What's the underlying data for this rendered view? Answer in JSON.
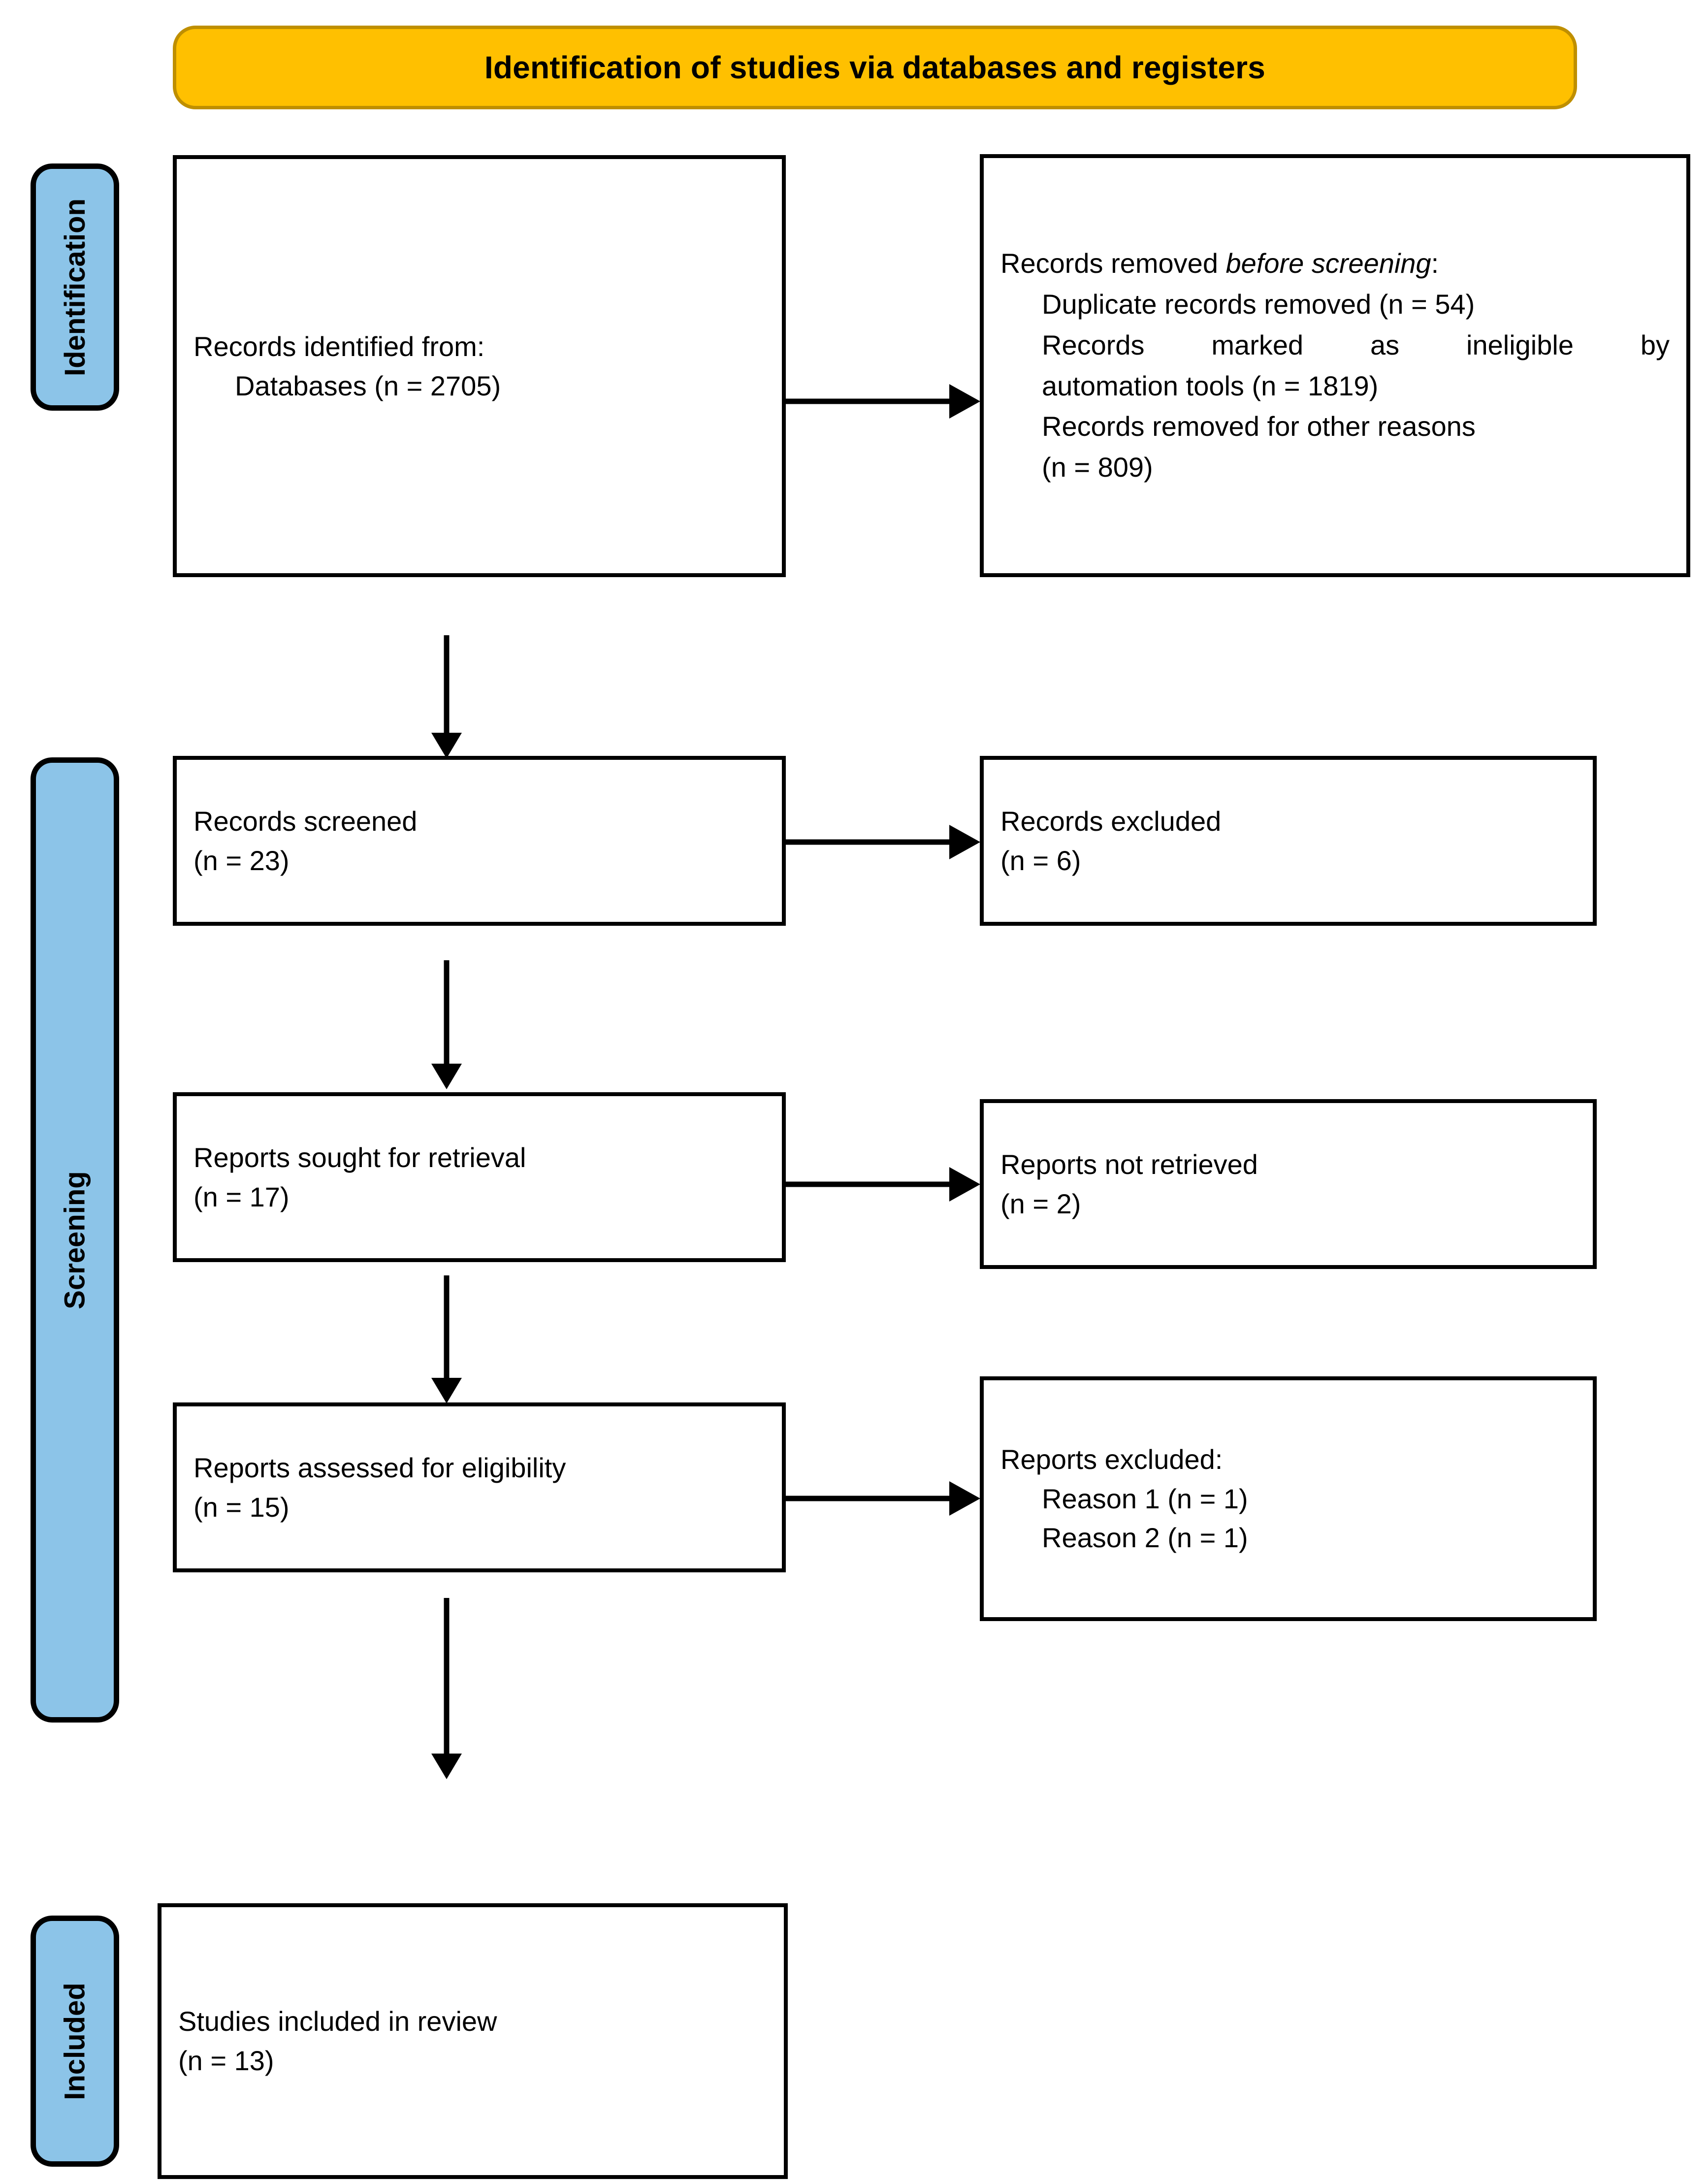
{
  "banner": {
    "title": "Identification of studies via databases and registers"
  },
  "stages": [
    {
      "id": "identification",
      "label": "Identification"
    },
    {
      "id": "screening",
      "label": "Screening"
    },
    {
      "id": "included",
      "label": "Included"
    }
  ],
  "boxes": {
    "identified": {
      "line1": "Records identified from:",
      "line2": "Databases (n = 2705)"
    },
    "removed": {
      "line1_pre": "Records removed ",
      "line1_em": "before screening",
      "line1_post": ":",
      "line2": "Duplicate records removed (n = 54)",
      "line3": "Records marked as ineligible by",
      "line4": "automation tools (n = 1819)",
      "line5": "Records removed for other reasons",
      "line6": "(n = 809)"
    },
    "screened": {
      "line1": "Records screened",
      "line2": "(n = 23)"
    },
    "excluded": {
      "line1": "Records excluded",
      "line2": "(n = 6)"
    },
    "sought": {
      "line1": "Reports sought for retrieval",
      "line2": "(n = 17)"
    },
    "not_retrieved": {
      "line1": "Reports not retrieved",
      "line2": "(n = 2)"
    },
    "assessed": {
      "line1": "Reports assessed for eligibility",
      "line2": "(n = 15)"
    },
    "reports_excluded": {
      "line1": "Reports excluded:",
      "line2": "Reason 1 (n = 1)",
      "line3": "Reason 2 (n = 1)"
    },
    "included": {
      "line1": "Studies included in review",
      "line2": "(n = 13)"
    }
  },
  "colors": {
    "banner_fill": "#FFC000",
    "banner_border": "#BF8F00",
    "stage_fill": "#8CC4E8",
    "line": "#000000",
    "box_fill": "#FFFFFF"
  },
  "chart_data": {
    "type": "diagram",
    "title": "Identification of studies via databases and registers",
    "nodes": [
      {
        "id": "identified",
        "stage": "Identification",
        "label": "Records identified from: Databases",
        "n": 2705
      },
      {
        "id": "removed",
        "stage": "Identification",
        "label": "Records removed before screening",
        "items": [
          {
            "label": "Duplicate records removed",
            "n": 54
          },
          {
            "label": "Records marked as ineligible by automation tools",
            "n": 1819
          },
          {
            "label": "Records removed for other reasons",
            "n": 809
          }
        ]
      },
      {
        "id": "screened",
        "stage": "Screening",
        "label": "Records screened",
        "n": 23
      },
      {
        "id": "excluded",
        "stage": "Screening",
        "label": "Records excluded",
        "n": 6
      },
      {
        "id": "sought",
        "stage": "Screening",
        "label": "Reports sought for retrieval",
        "n": 17
      },
      {
        "id": "not_retrieved",
        "stage": "Screening",
        "label": "Reports not retrieved",
        "n": 2
      },
      {
        "id": "assessed",
        "stage": "Screening",
        "label": "Reports assessed for eligibility",
        "n": 15
      },
      {
        "id": "reports_excluded",
        "stage": "Screening",
        "label": "Reports excluded",
        "items": [
          {
            "label": "Reason 1",
            "n": 1
          },
          {
            "label": "Reason 2",
            "n": 1
          }
        ]
      },
      {
        "id": "included",
        "stage": "Included",
        "label": "Studies included in review",
        "n": 13
      }
    ],
    "edges": [
      {
        "from": "identified",
        "to": "removed",
        "direction": "right"
      },
      {
        "from": "identified",
        "to": "screened",
        "direction": "down"
      },
      {
        "from": "screened",
        "to": "excluded",
        "direction": "right"
      },
      {
        "from": "screened",
        "to": "sought",
        "direction": "down"
      },
      {
        "from": "sought",
        "to": "not_retrieved",
        "direction": "right"
      },
      {
        "from": "sought",
        "to": "assessed",
        "direction": "down"
      },
      {
        "from": "assessed",
        "to": "reports_excluded",
        "direction": "right"
      },
      {
        "from": "assessed",
        "to": "included",
        "direction": "down"
      }
    ]
  }
}
